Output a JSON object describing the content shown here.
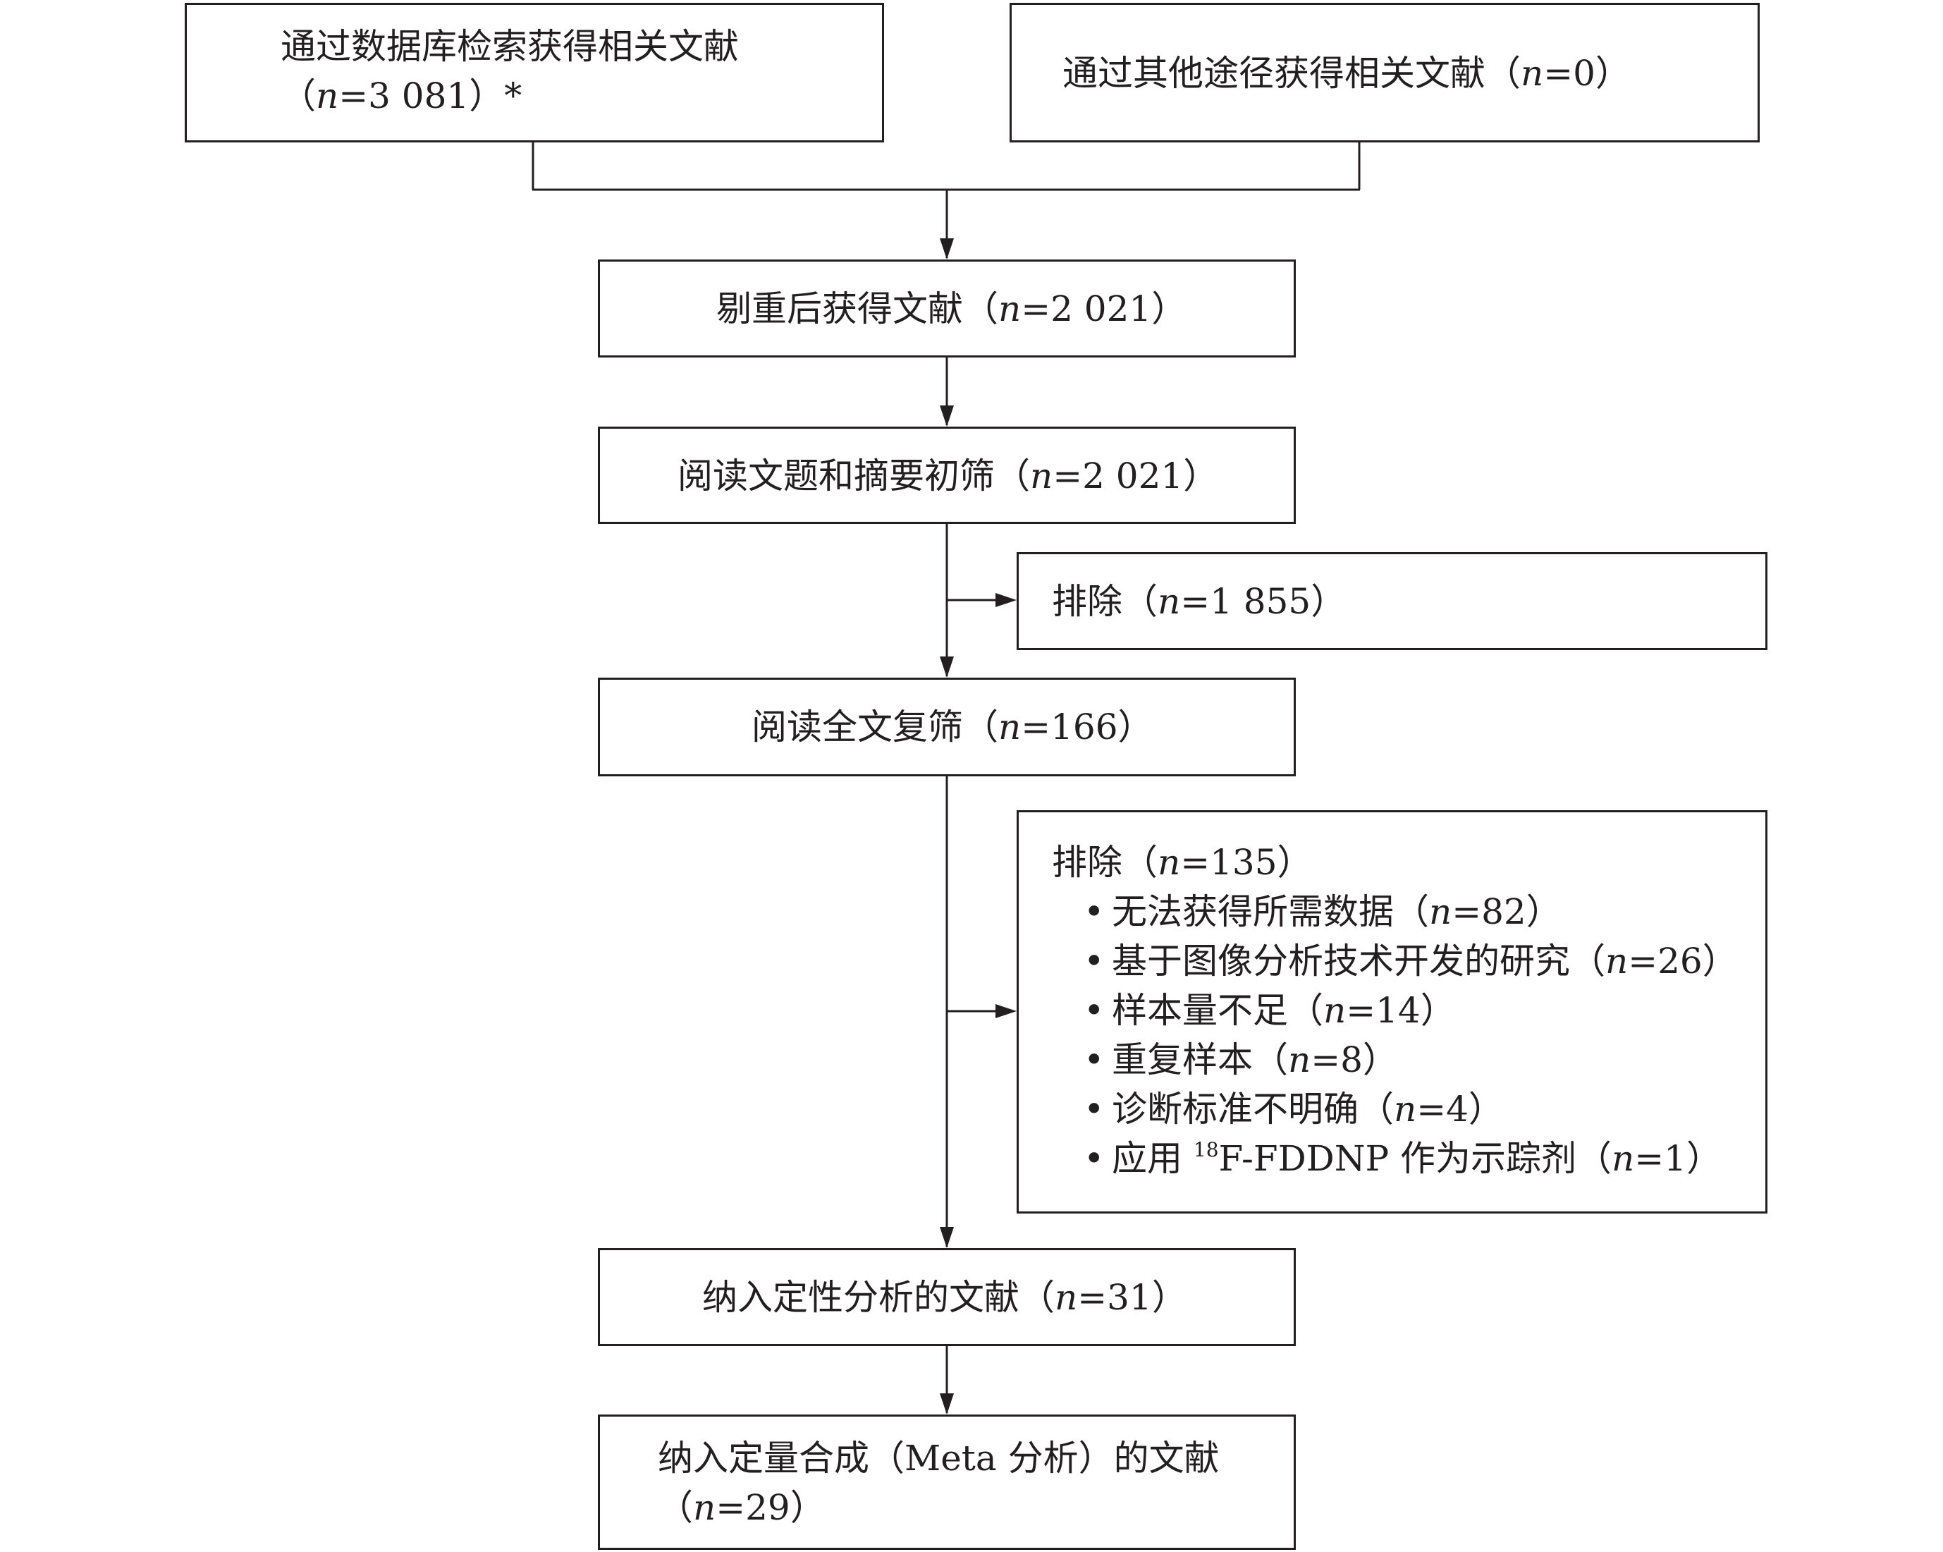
{
  "boxes": {
    "db_search": {
      "line1": "通过数据库检索获得相关文献",
      "line2_open": "（",
      "n": "n",
      "line2_value": "=3 081）*"
    },
    "other_sources": {
      "label": "通过其他途径获得相关文献（",
      "n": "n",
      "value": "=0）"
    },
    "dedup": {
      "label": "剔重后获得文献（",
      "n": "n",
      "value": "=2 021）"
    },
    "title_abstract": {
      "label": "阅读文题和摘要初筛（",
      "n": "n",
      "value": "=2 021）"
    },
    "exclude_1": {
      "label": "排除（",
      "n": "n",
      "value": "=1 855）"
    },
    "full_text": {
      "label": "阅读全文复筛（",
      "n": "n",
      "value": "=166）"
    },
    "exclude_2": {
      "label": "排除（",
      "n": "n",
      "value": "=135）",
      "bullet": "•",
      "reasons": [
        {
          "label": "无法获得所需数据（",
          "n": "n",
          "value": "=82）"
        },
        {
          "label": "基于图像分析技术开发的研究（",
          "n": "n",
          "value": "=26）"
        },
        {
          "label": "样本量不足（",
          "n": "n",
          "value": "=14）"
        },
        {
          "label": "重复样本（",
          "n": "n",
          "value": "=8）"
        },
        {
          "label": "诊断标准不明确（",
          "n": "n",
          "value": "=4）"
        },
        {
          "label_pre": "应用 ",
          "sup": "18",
          "label_post": "F-FDDNP 作为示踪剂（",
          "n": "n",
          "value": "=1）"
        }
      ]
    },
    "qualitative": {
      "label": "纳入定性分析的文献（",
      "n": "n",
      "value": "=31）"
    },
    "quantitative": {
      "line1": "纳入定量合成（Meta 分析）的文献",
      "line2_open": "（",
      "n": "n",
      "line2_value": "=29）"
    }
  },
  "colors": {
    "line": "#231f20",
    "background": "#ffffff"
  }
}
